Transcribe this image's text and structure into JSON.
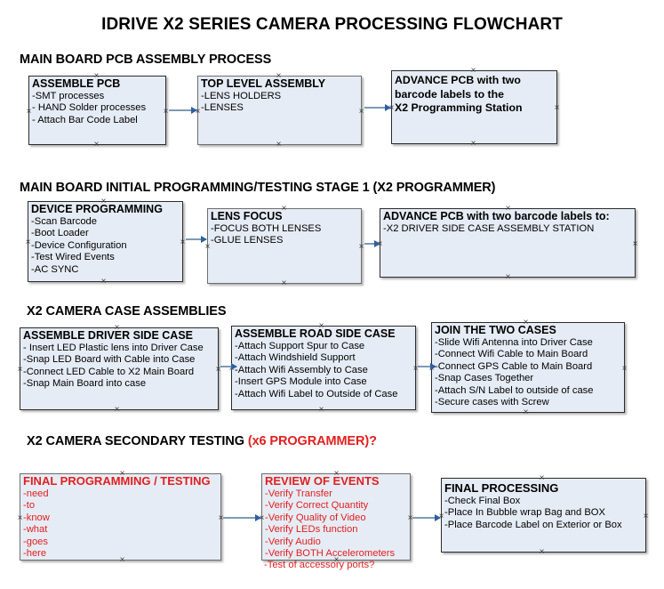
{
  "document": {
    "title": "IDRIVE X2  SERIES CAMERA PROCESSING FLOWCHART"
  },
  "sections": [
    {
      "id": "main-board-pcb-assembly",
      "header": "MAIN BOARD PCB ASSEMBLY PROCESS",
      "header_accent": "",
      "boxes": [
        {
          "id": "assemble-pcb",
          "title": "ASSEMBLE PCB",
          "lines": [
            "-SMT processes",
            "- HAND Solder processes",
            "- Attach Bar Code Label"
          ]
        },
        {
          "id": "top-level-assembly",
          "title": "TOP LEVEL ASSEMBLY",
          "lines": [
            "-LENS HOLDERS",
            "-LENSES"
          ]
        },
        {
          "id": "advance-pcb-to-programming-station",
          "title": "ADVANCE PCB with two",
          "lines": [
            "barcode labels to the",
            " X2 Programming Station"
          ]
        }
      ]
    },
    {
      "id": "main-board-initial-programming",
      "header": "MAIN BOARD INITIAL PROGRAMMING/TESTING STAGE 1 (X2 PROGRAMMER)",
      "header_accent": "",
      "boxes": [
        {
          "id": "device-programming",
          "title": "DEVICE PROGRAMMING",
          "lines": [
            "-Scan Barcode",
            "-Boot Loader",
            "-Device Configuration",
            "-Test Wired Events",
            "-AC SYNC"
          ]
        },
        {
          "id": "lens-focus",
          "title": "LENS FOCUS",
          "lines": [
            "-FOCUS BOTH LENSES",
            "-GLUE LENSES"
          ]
        },
        {
          "id": "advance-pcb-to-driver-side-case",
          "title": "ADVANCE PCB with two barcode labels to:",
          "lines": [
            "-X2 DRIVER  SIDE  CASE  ASSEMBLY STATION"
          ]
        }
      ]
    },
    {
      "id": "x2-camera-case-assemblies",
      "header": "X2 CAMERA CASE ASSEMBLIES",
      "header_accent": "",
      "boxes": [
        {
          "id": "assemble-driver-side-case",
          "title": "ASSEMBLE DRIVER SIDE CASE",
          "lines": [
            "- Insert LED Plastic lens into Driver Case",
            "-Snap LED Board with Cable into Case",
            "-Connect LED Cable to X2 Main Board",
            "-Snap Main Board into case"
          ]
        },
        {
          "id": "assemble-road-side-case",
          "title": "ASSEMBLE ROAD SIDE CASE",
          "lines": [
            "-Attach Support Spur to Case",
            "-Attach Windshield Support",
            "-Attach Wifi Assembly to Case",
            "-Insert GPS Module into Case",
            "-Attach Wifi Label to Outside of Case"
          ]
        },
        {
          "id": "join-the-two-cases",
          "title": "JOIN THE TWO CASES",
          "lines": [
            "-Slide Wifi Antenna into Driver Case",
            "-Connect Wifi Cable to Main Board",
            "-Connect GPS Cable to Main Board",
            "-Snap Cases Together",
            "-Attach S/N Label to outside of case",
            "-Secure cases with Screw"
          ]
        }
      ]
    },
    {
      "id": "x2-camera-secondary-testing",
      "header": "X2 CAMERA SECONDARY TESTING ",
      "header_accent": "(x6 PROGRAMMER)?",
      "boxes": [
        {
          "id": "final-programming-testing",
          "title": "FINAL PROGRAMMING / TESTING",
          "lines": [
            "-need",
            "-to",
            "-know",
            "-what",
            "-goes",
            "-here"
          ]
        },
        {
          "id": "review-of-events",
          "title": "REVIEW OF EVENTS",
          "lines": [
            "-Verify Transfer",
            "-Verify Correct Quantity",
            "-Verify Quality of Video",
            "-Verify LEDs function",
            "-Verify Audio",
            "-Verify BOTH Accelerometers"
          ],
          "overflow_line": "-Test of accessory ports?"
        },
        {
          "id": "final-processing",
          "title": "FINAL PROCESSING",
          "lines": [
            " -Check Final Box",
            "-Place In Bubble wrap Bag and BOX",
            "-Place Barcode Label on Exterior or Box"
          ]
        }
      ]
    }
  ],
  "colors": {
    "box_fill": "#e6ecf5",
    "box_border": "#2b2b2b",
    "accent_red": "#e02020",
    "connector": "#7d9ab5",
    "arrowhead": "#2f5f9e"
  }
}
